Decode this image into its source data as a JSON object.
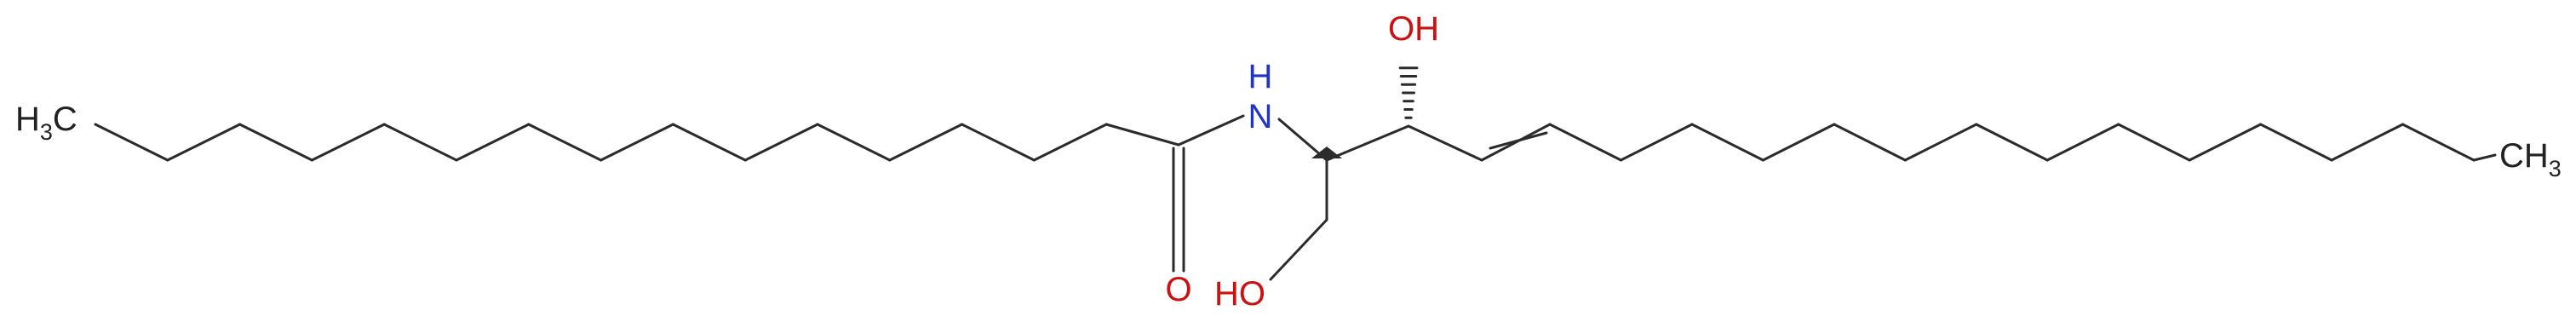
{
  "molecule": {
    "atoms": {
      "left_methyl": {
        "main": "H",
        "sub": "3",
        "tail": "C"
      },
      "nitrogen": "N",
      "nitrogen_h": "H",
      "carbonyl_o": "O",
      "top_hydroxyl": "OH",
      "bottom_hydroxyl": "HO",
      "right_methyl": {
        "main": "CH",
        "sub": "3"
      }
    },
    "colors": {
      "bond": "#2b2b2b",
      "nitrogen": "#2233cc",
      "oxygen": "#cc1111",
      "carbon_label": "#222222"
    }
  }
}
